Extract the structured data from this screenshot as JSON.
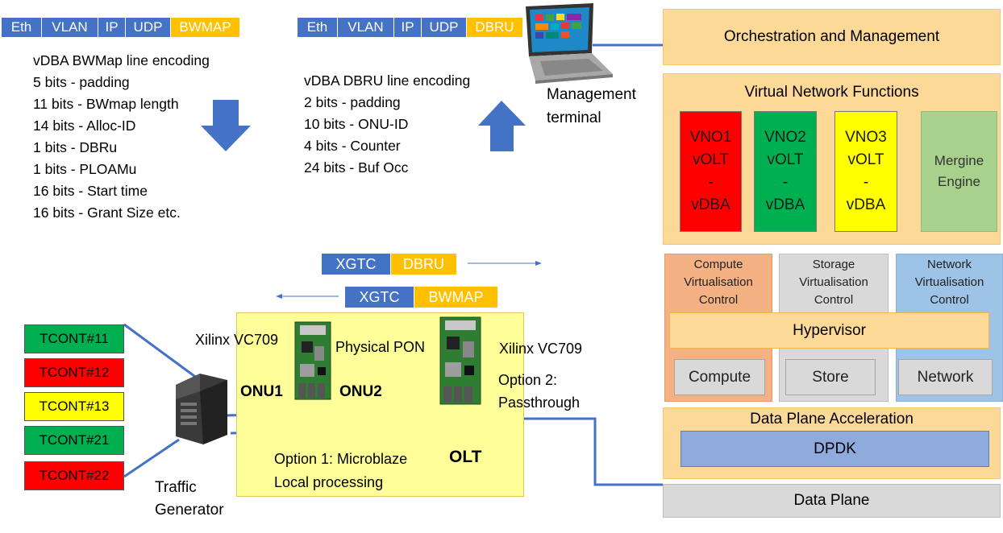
{
  "header_left": [
    "Eth",
    "VLAN",
    "IP",
    "UDP",
    "BWMAP"
  ],
  "header_right": [
    "Eth",
    "VLAN",
    "IP",
    "UDP",
    "DBRU"
  ],
  "bwmap_encoding": {
    "title": "vDBA BWMap line encoding",
    "lines": [
      "5  bits - padding",
      "11 bits - BWmap length",
      "14 bits - Alloc-ID",
      "1  bits - DBRu",
      "1  bits - PLOAMu",
      "16 bits - Start time",
      "16 bits - Grant Size etc."
    ]
  },
  "dbru_encoding": {
    "title": "vDBA DBRU line encoding",
    "lines": [
      "2  bits - padding",
      "10 bits - ONU-ID",
      "4  bits - Counter",
      "24 bits - Buf Occ"
    ]
  },
  "management_terminal": [
    "Management",
    "terminal"
  ],
  "orchestration": "Orchestration and Management",
  "vnf": {
    "title": "Virtual Network Functions",
    "vno1": [
      "VNO1",
      "vOLT",
      "-",
      "vDBA"
    ],
    "vno2": [
      "VNO2",
      "vOLT",
      "-",
      "vDBA"
    ],
    "vno3": [
      "VNO3",
      "vOLT",
      "-",
      "vDBA"
    ],
    "merge": [
      "Mergine",
      "Engine"
    ]
  },
  "virtualisation": {
    "compute": [
      "Compute",
      "Virtualisation",
      "Control"
    ],
    "storage": [
      "Storage",
      "Virtualisation",
      "Control"
    ],
    "network": [
      "Network",
      "Virtualisation",
      "Control"
    ],
    "hypervisor": "Hypervisor",
    "compute_res": "Compute",
    "store_res": "Store",
    "network_res": "Network"
  },
  "data_plane_acceleration": "Data Plane Acceleration",
  "dpdk": "DPDK",
  "data_plane": "Data Plane",
  "xgtc_dbru": [
    "XGTC",
    "DBRU"
  ],
  "xgtc_bwmap": [
    "XGTC",
    "BWMAP"
  ],
  "tconts": [
    "TCONT#11",
    "TCONT#12",
    "TCONT#13",
    "TCONT#21",
    "TCONT#22"
  ],
  "traffic_generator": [
    "Traffic",
    "Generator"
  ],
  "xilinx_left": "Xilinx VC709",
  "xilinx_right": "Xilinx VC709",
  "physical_pon": "Physical PON",
  "onu1": "ONU1",
  "onu2": "ONU2",
  "option2": [
    "Option 2:",
    "Passthrough"
  ],
  "option1": [
    "Option 1: Microblaze",
    "Local processing"
  ],
  "olt": "OLT",
  "colors": {
    "blue": "#4472c4",
    "amber": "#ffc000",
    "orange_bg": "#fdd998",
    "red": "#ff0000",
    "green": "#00b050",
    "yellow": "#ffff00",
    "light_green": "#a9d18e",
    "salmon": "#f4b183",
    "grey": "#d9d9d9",
    "light_blue": "#9dc3e6",
    "pale_yellow": "#ffff99"
  }
}
